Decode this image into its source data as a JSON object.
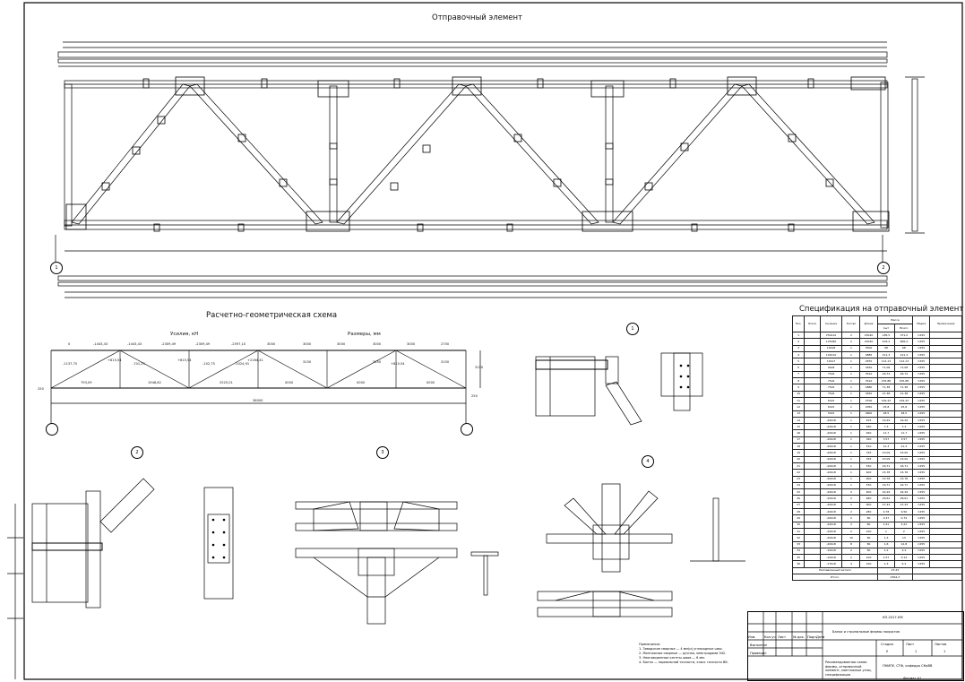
{
  "titles": {
    "shipping_element": "Отправочный элемент",
    "scheme": "Расчетно-геометрическая схема",
    "spec": "Спецификация на отправочный элемент"
  },
  "scheme": {
    "forces_label": "Усилия, кН",
    "sizes_label": "Размеры, мм",
    "top_forces": [
      "0",
      "-1443,43",
      "-1443,43",
      "-2309,49",
      "-2309,49",
      "-2597,10"
    ],
    "panel_sizes": [
      "3000",
      "3000",
      "3000",
      "3000",
      "3000",
      "2750"
    ],
    "bottom_forces": [
      "793,09",
      "1948,62",
      "2525,01",
      "0000",
      "0000",
      "0000"
    ],
    "diag_forces": [
      "-1137,75",
      "+815,54",
      "-701,25",
      "+815,54",
      "-102,75",
      "-1024,91",
      "+2164,41",
      "+815,54"
    ],
    "support_left": "250",
    "support_right": "250",
    "span": "36000",
    "height": "3150",
    "height_marks": [
      "3150",
      "3150",
      "3150"
    ]
  },
  "details": {
    "nodes": [
      "1",
      "2",
      "3",
      "4"
    ],
    "axis_a": "1",
    "axis_b": "2"
  },
  "spec_table": {
    "headers": [
      "Поз.",
      "Эскиз",
      "Сечение",
      "Кол-во",
      "Длина",
      "Масса",
      "Марка",
      "Примечание"
    ],
    "mass_sub": [
      "1шт",
      "Всего"
    ],
    "rows": [
      [
        "1",
        "",
        "250х10",
        "2",
        "23040",
        "185,5",
        "371,0",
        "С255"
      ],
      [
        "2",
        "",
        "125х80",
        "2",
        "23040",
        "403,2",
        "806,4",
        "С255"
      ],
      [
        "3",
        "",
        "100х8",
        "1",
        "5500",
        "68",
        "68",
        "С255"
      ],
      [
        "4",
        "",
        "100х10",
        "1",
        "4885",
        "211,3",
        "211,3",
        "С255"
      ],
      [
        "5",
        "",
        "100х7",
        "1",
        "2870",
        "112,13",
        "112,13",
        "С255"
      ],
      [
        "6",
        "",
        "90х8",
        "1",
        "3450",
        "71,08",
        "71,08",
        "С255"
      ],
      [
        "7",
        "",
        "75х6",
        "1",
        "3510",
        "26,74",
        "26,74",
        "С255"
      ],
      [
        "8",
        "",
        "75х6",
        "1",
        "3510",
        "155,88",
        "155,88",
        "С255"
      ],
      [
        "9",
        "",
        "75х6",
        "1",
        "2880",
        "71,38",
        "71,38",
        "С255"
      ],
      [
        "10",
        "",
        "75х6",
        "1",
        "3450",
        "21,38",
        "21,38",
        "С255"
      ],
      [
        "11",
        "",
        "63х5",
        "1",
        "2700",
        "149,43",
        "149,43",
        "С255"
      ],
      [
        "12",
        "",
        "63х5",
        "1",
        "2050",
        "25,8",
        "25,8",
        "С255"
      ],
      [
        "13",
        "",
        "50х5",
        "1",
        "4800",
        "28,5",
        "28,5",
        "С255"
      ],
      [
        "14",
        "",
        "-200х8",
        "1",
        "425",
        "16,29",
        "16,29",
        "С255"
      ],
      [
        "15",
        "",
        "-200х8",
        "1",
        "280",
        "7,3",
        "7,3",
        "С255"
      ],
      [
        "16",
        "",
        "-200х8",
        "1",
        "460",
        "11,7",
        "11,7",
        "С255"
      ],
      [
        "17",
        "",
        "-200х8",
        "1",
        "340",
        "3,57",
        "3,57",
        "С255"
      ],
      [
        "18",
        "",
        "-200х8",
        "1",
        "510",
        "21,3",
        "21,3",
        "С255"
      ],
      [
        "19",
        "",
        "-200х8",
        "1",
        "765",
        "23,09",
        "23,09",
        "С255"
      ],
      [
        "20",
        "",
        "-200х8",
        "1",
        "765",
        "23,09",
        "23,09",
        "С255"
      ],
      [
        "21",
        "",
        "-200х8",
        "1",
        "530",
        "16,71",
        "16,71",
        "С255"
      ],
      [
        "22",
        "",
        "-200х8",
        "1",
        "600",
        "23,78",
        "23,78",
        "С255"
      ],
      [
        "23",
        "",
        "-200х8",
        "1",
        "600",
        "23,78",
        "23,78",
        "С255"
      ],
      [
        "24",
        "",
        "-200х8",
        "1",
        "530",
        "16,71",
        "16,71",
        "С255"
      ],
      [
        "25",
        "",
        "-200х8",
        "2",
        "600",
        "24,29",
        "24,29",
        "С255"
      ],
      [
        "26",
        "",
        "-200х8",
        "2",
        "680",
        "28,61",
        "28,61",
        "С255"
      ],
      [
        "27",
        "",
        "-200х8",
        "1",
        "900",
        "27,43",
        "27,43",
        "С255"
      ],
      [
        "28",
        "",
        "-200х8",
        "2",
        "280",
        "4,78",
        "9,56",
        "С255"
      ],
      [
        "29",
        "",
        "-200х8",
        "2",
        "80",
        "0,37",
        "0,74",
        "С255"
      ],
      [
        "30",
        "",
        "-200х8",
        "2",
        "80",
        "1,61",
        "3,22",
        "С255"
      ],
      [
        "31",
        "",
        "-200х8",
        "2",
        "100",
        "1",
        "2",
        "С255"
      ],
      [
        "32",
        "",
        "-200х8",
        "10",
        "80",
        "1,3",
        "13",
        "С255"
      ],
      [
        "33",
        "",
        "-200х8",
        "8",
        "80",
        "1,6",
        "12,8",
        "С255"
      ],
      [
        "34",
        "",
        "-100х8",
        "2",
        "80",
        "1,2",
        "2,4",
        "С255"
      ],
      [
        "35",
        "",
        "-100х8",
        "2",
        "100",
        "1,57",
        "3,14",
        "С255"
      ],
      [
        "36",
        "",
        "-170х8",
        "4",
        "100",
        "1,3",
        "5,2",
        "С255"
      ]
    ],
    "total_weld_label": "Наплавленный металл",
    "total_weld": "23,43",
    "total_label": "Итого",
    "total": "2564,3"
  },
  "notes": {
    "heading": "Примечания:",
    "items": [
      "1.  Заводские сварные — 4 мм(и) углеродные швы.",
      "2.  Монтажные сварные — ручная, электродами Э42.",
      "3.  Неоговоренные катеты швов — 6 мм.",
      "4.  Болты — нормальной точности, класс точности В6."
    ]
  },
  "stamp": {
    "code": "КП-2017-КМ",
    "project": "Балки и стропильные фермы покрытия",
    "sheet_title": "Рекомендованная схема фермы, отправочный элемент, монтажные узлы, спецификация",
    "org": "ПНИПУ, СТФ, кафедра СКиВВ",
    "stage_h": "Стадия",
    "sheet_h": "Лист",
    "sheets_h": "Листов",
    "stage": "У",
    "sheet": "1",
    "sheets": "1",
    "cols": [
      "Изм.",
      "Кол.уч",
      "Лист",
      "№ док.",
      "Подп.",
      "Дата"
    ],
    "roles": [
      "Выполнил",
      "Проверил"
    ],
    "format": "Формат А1"
  }
}
